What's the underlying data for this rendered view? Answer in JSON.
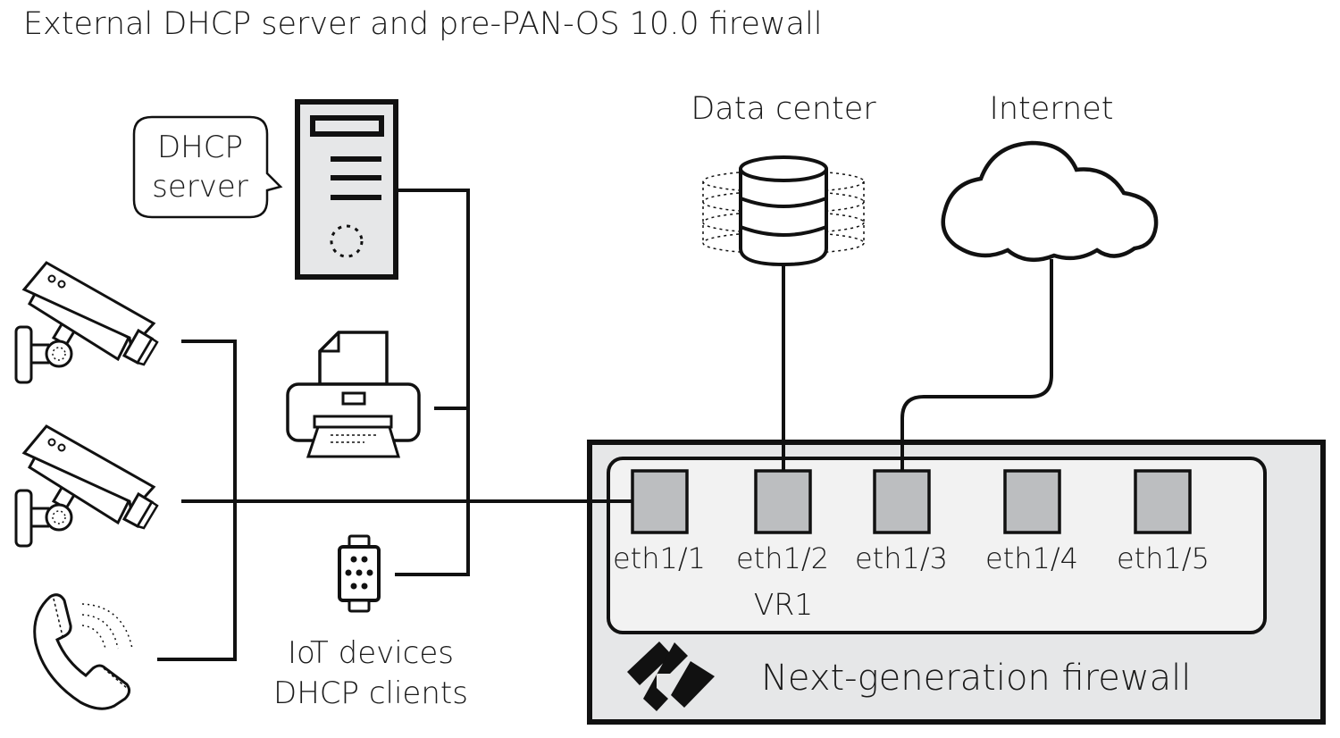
{
  "title": "External DHCP server and pre-PAN-OS 10.0 firewall",
  "dhcp_server": {
    "callout_line1": "DHCP",
    "callout_line2": "server"
  },
  "clients": {
    "label_line1": "IoT devices",
    "label_line2": "DHCP clients",
    "devices": [
      "security-camera",
      "security-camera",
      "ip-phone",
      "printer",
      "smartwatch"
    ]
  },
  "data_center": {
    "label": "Data center"
  },
  "internet": {
    "label": "Internet"
  },
  "firewall": {
    "label": "Next-generation firewall",
    "virtual_router": "VR1",
    "interfaces": [
      {
        "name": "eth1/1",
        "connected_to": "IoT devices / DHCP server"
      },
      {
        "name": "eth1/2",
        "connected_to": "Data center"
      },
      {
        "name": "eth1/3",
        "connected_to": "Internet"
      },
      {
        "name": "eth1/4",
        "connected_to": ""
      },
      {
        "name": "eth1/5",
        "connected_to": ""
      }
    ]
  },
  "colors": {
    "line": "#111111",
    "firewall_bg": "#e6e7e8",
    "vr_bg": "#f2f2f2",
    "port_fill": "#bcbec0",
    "server_fill": "#e6e7e8"
  }
}
